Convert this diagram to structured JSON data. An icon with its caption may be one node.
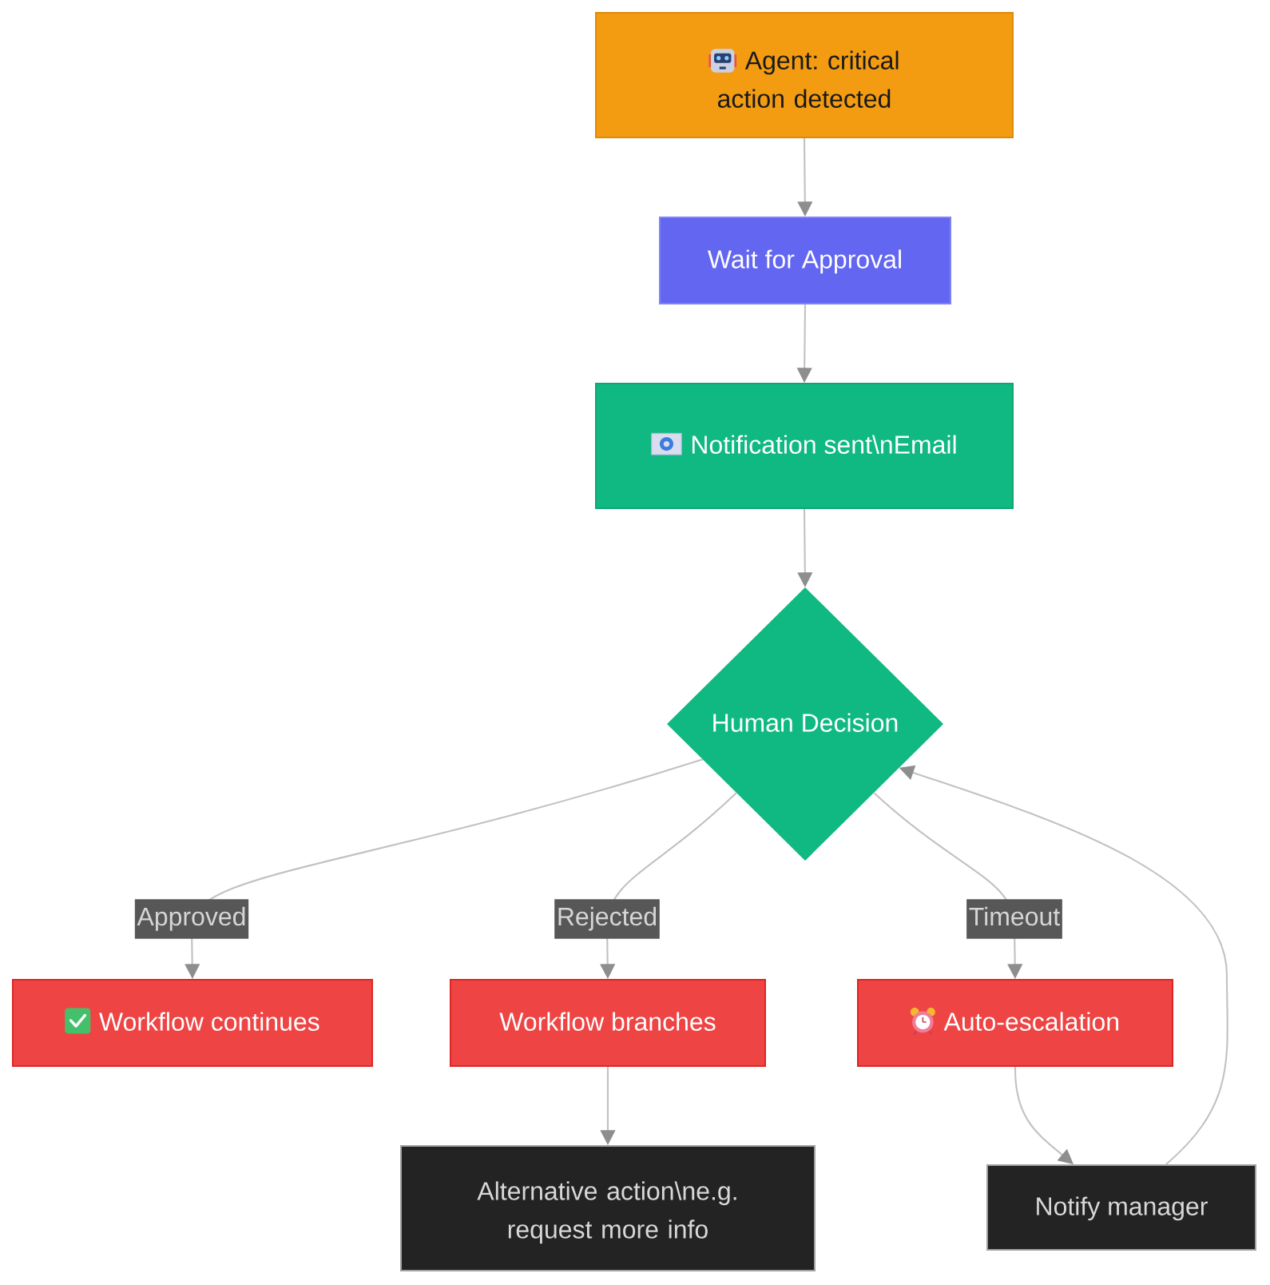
{
  "diagram": {
    "nodes": [
      {
        "text": [
          "Agent: critical action detected"
        ]
      },
      {
        "text": [
          "Wait for Approval"
        ]
      },
      {
        "text": [
          "Notification sent\\nEmail"
        ]
      },
      {
        "text": [
          "Human Decision"
        ]
      },
      {
        "text": [
          "Workflow continues"
        ]
      },
      {
        "text": [
          "Workflow branches"
        ]
      },
      {
        "text": [
          "Auto-escalation"
        ]
      },
      {
        "text": [
          "Alternative action\\ne.g. request more info"
        ]
      },
      {
        "text": [
          "Notify manager"
        ]
      }
    ],
    "edges": [
      {
        "from": 0,
        "to": 1,
        "arrow": "to"
      },
      {
        "from": 1,
        "to": 2,
        "arrow": "to"
      },
      {
        "from": 2,
        "to": 3,
        "arrow": "to"
      },
      {
        "from": 3,
        "to": 4,
        "arrow": "to",
        "label": "Approved"
      },
      {
        "from": 3,
        "to": 5,
        "arrow": "to",
        "label": "Rejected"
      },
      {
        "from": 3,
        "to": 6,
        "arrow": "to",
        "label": "Timeout"
      },
      {
        "from": 5,
        "to": 7,
        "arrow": "to"
      },
      {
        "from": 6,
        "to": 8,
        "arrow": "to"
      },
      {
        "from": 8,
        "to": 3,
        "arrow": "to"
      }
    ]
  }
}
